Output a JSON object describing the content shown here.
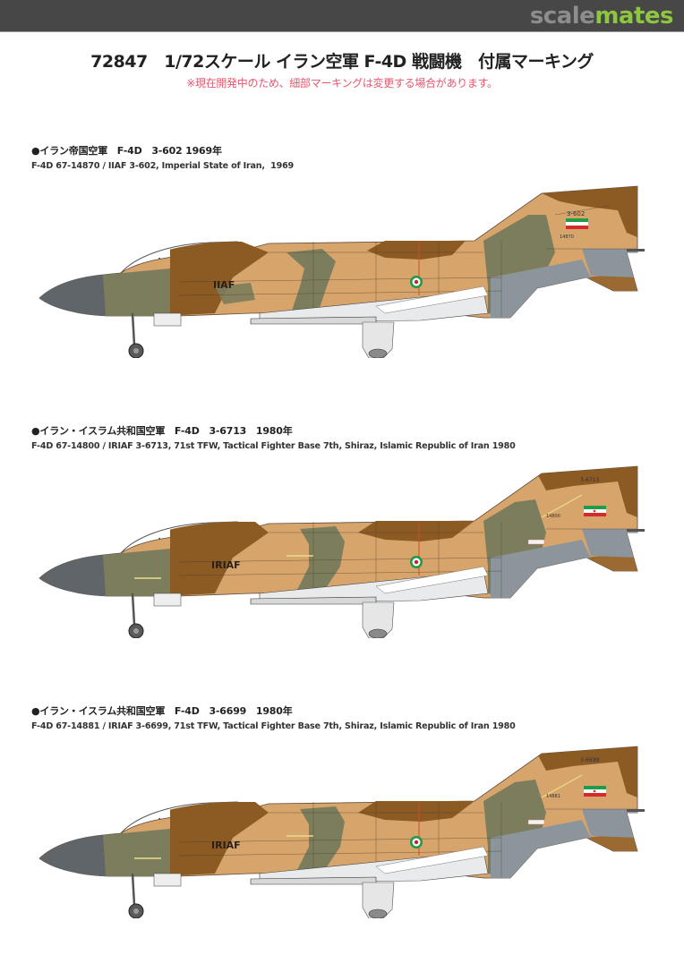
{
  "header": {
    "logo_part1": "scale",
    "logo_part2": "mates",
    "colors": {
      "bar": "#474747",
      "logo_gray": "#8d8d8d",
      "logo_green": "#8ec63f"
    }
  },
  "title": "72847　1/72スケール イラン空軍 F-4D 戦闘機　付属マーキング",
  "subtitle": "※現在開発中のため、細部マーキングは変更する場合があります。",
  "subtitle_color": "#e8566e",
  "camouflage_colors": {
    "tan": "#d7a56c",
    "brown": "#8c5a23",
    "green": "#7c7d5c",
    "nose_gray": "#5f6568",
    "exhaust_gray": "#8c959b",
    "underside": "#e8eaec"
  },
  "profiles": [
    {
      "heading": "●イラン帝国空軍　F-4D　3-602 1969年",
      "description": "F-4D 67-14870 / IIAF 3-602, Imperial State of Iran,  1969",
      "fuselage_text": "IIAF",
      "tail_number": "3-602",
      "tail_serial": "14870",
      "variant": "iiaf"
    },
    {
      "heading": "●イラン・イスラム共和国空軍　F-4D　3-6713　1980年",
      "description": "F-4D 67-14800 / IRIAF 3-6713, 71st TFW, Tactical Fighter Base 7th, Shiraz, Islamic Republic of Iran 1980",
      "fuselage_text": "IRIAF",
      "tail_number": "3-6713",
      "tail_serial": "14800",
      "variant": "iriaf"
    },
    {
      "heading": "●イラン・イスラム共和国空軍　F-4D　3-6699　1980年",
      "description": "F-4D 67-14881 / IRIAF 3-6699, 71st TFW, Tactical Fighter Base 7th, Shiraz, Islamic Republic of Iran 1980",
      "fuselage_text": "IRIAF",
      "tail_number": "3-6699",
      "tail_serial": "14881",
      "variant": "iriaf"
    }
  ]
}
